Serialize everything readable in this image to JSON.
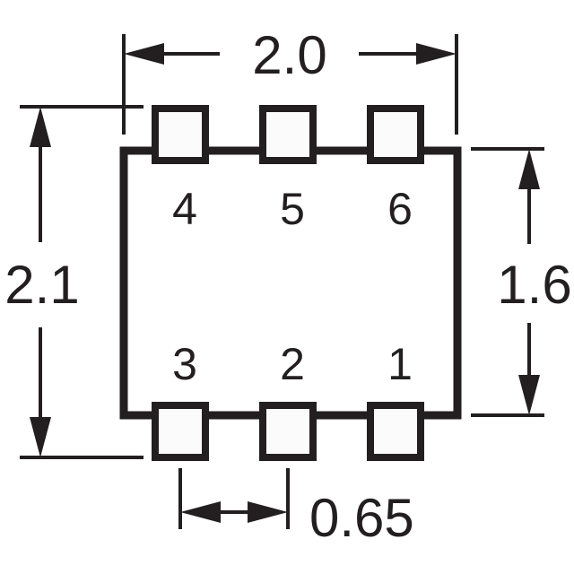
{
  "dimensions": {
    "width_top": "2.0",
    "height_left": "2.1",
    "height_right": "1.6",
    "pitch_bottom": "0.65"
  },
  "pins": {
    "top": [
      "4",
      "5",
      "6"
    ],
    "bottom": [
      "3",
      "2",
      "1"
    ]
  }
}
